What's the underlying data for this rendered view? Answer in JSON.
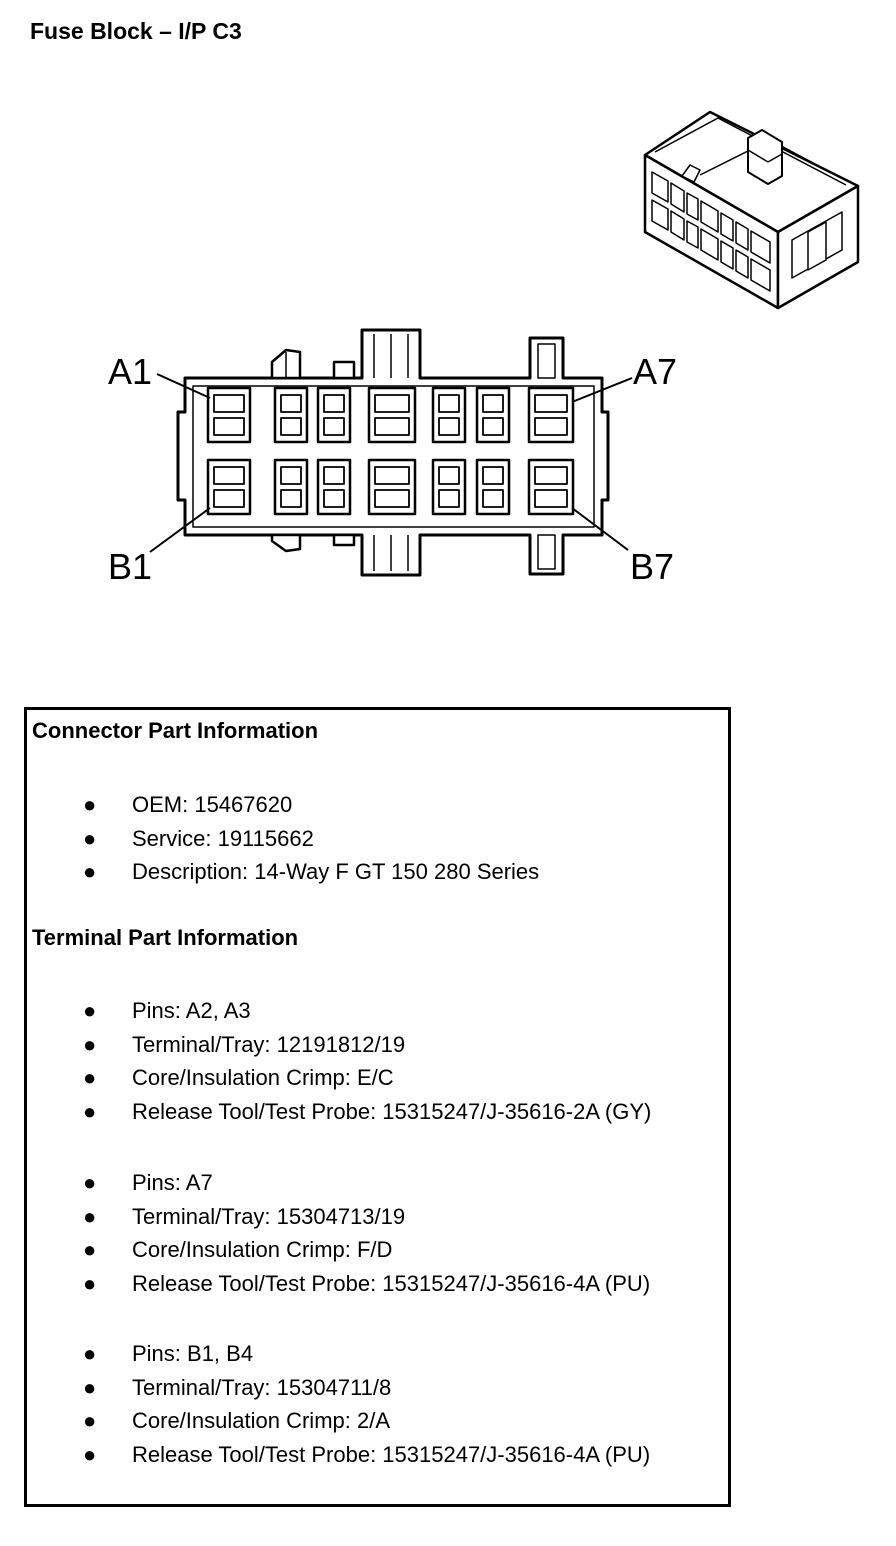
{
  "title": "Fuse Block – I/P C3",
  "connector": {
    "label_a1": "A1",
    "label_a7": "A7",
    "label_b1": "B1",
    "label_b7": "B7",
    "rows": 2,
    "cavities_per_row": 7
  },
  "connector_info": {
    "heading": "Connector Part Information",
    "items": [
      "OEM: 15467620",
      "Service: 19115662",
      "Description: 14-Way F GT 150 280 Series"
    ]
  },
  "terminal_info": {
    "heading": "Terminal Part Information",
    "groups": [
      {
        "items": [
          "Pins: A2, A3",
          "Terminal/Tray: 12191812/19",
          "Core/Insulation Crimp: E/C",
          "Release Tool/Test Probe: 15315247/J-35616-2A (GY)"
        ]
      },
      {
        "items": [
          "Pins: A7",
          "Terminal/Tray: 15304713/19",
          "Core/Insulation Crimp: F/D",
          "Release Tool/Test Probe: 15315247/J-35616-4A (PU)"
        ]
      },
      {
        "items": [
          "Pins: B1, B4",
          "Terminal/Tray: 15304711/8",
          "Core/Insulation Crimp: 2/A",
          "Release Tool/Test Probe: 15315247/J-35616-4A (PU)"
        ]
      }
    ]
  },
  "bullet_glyph": "●"
}
